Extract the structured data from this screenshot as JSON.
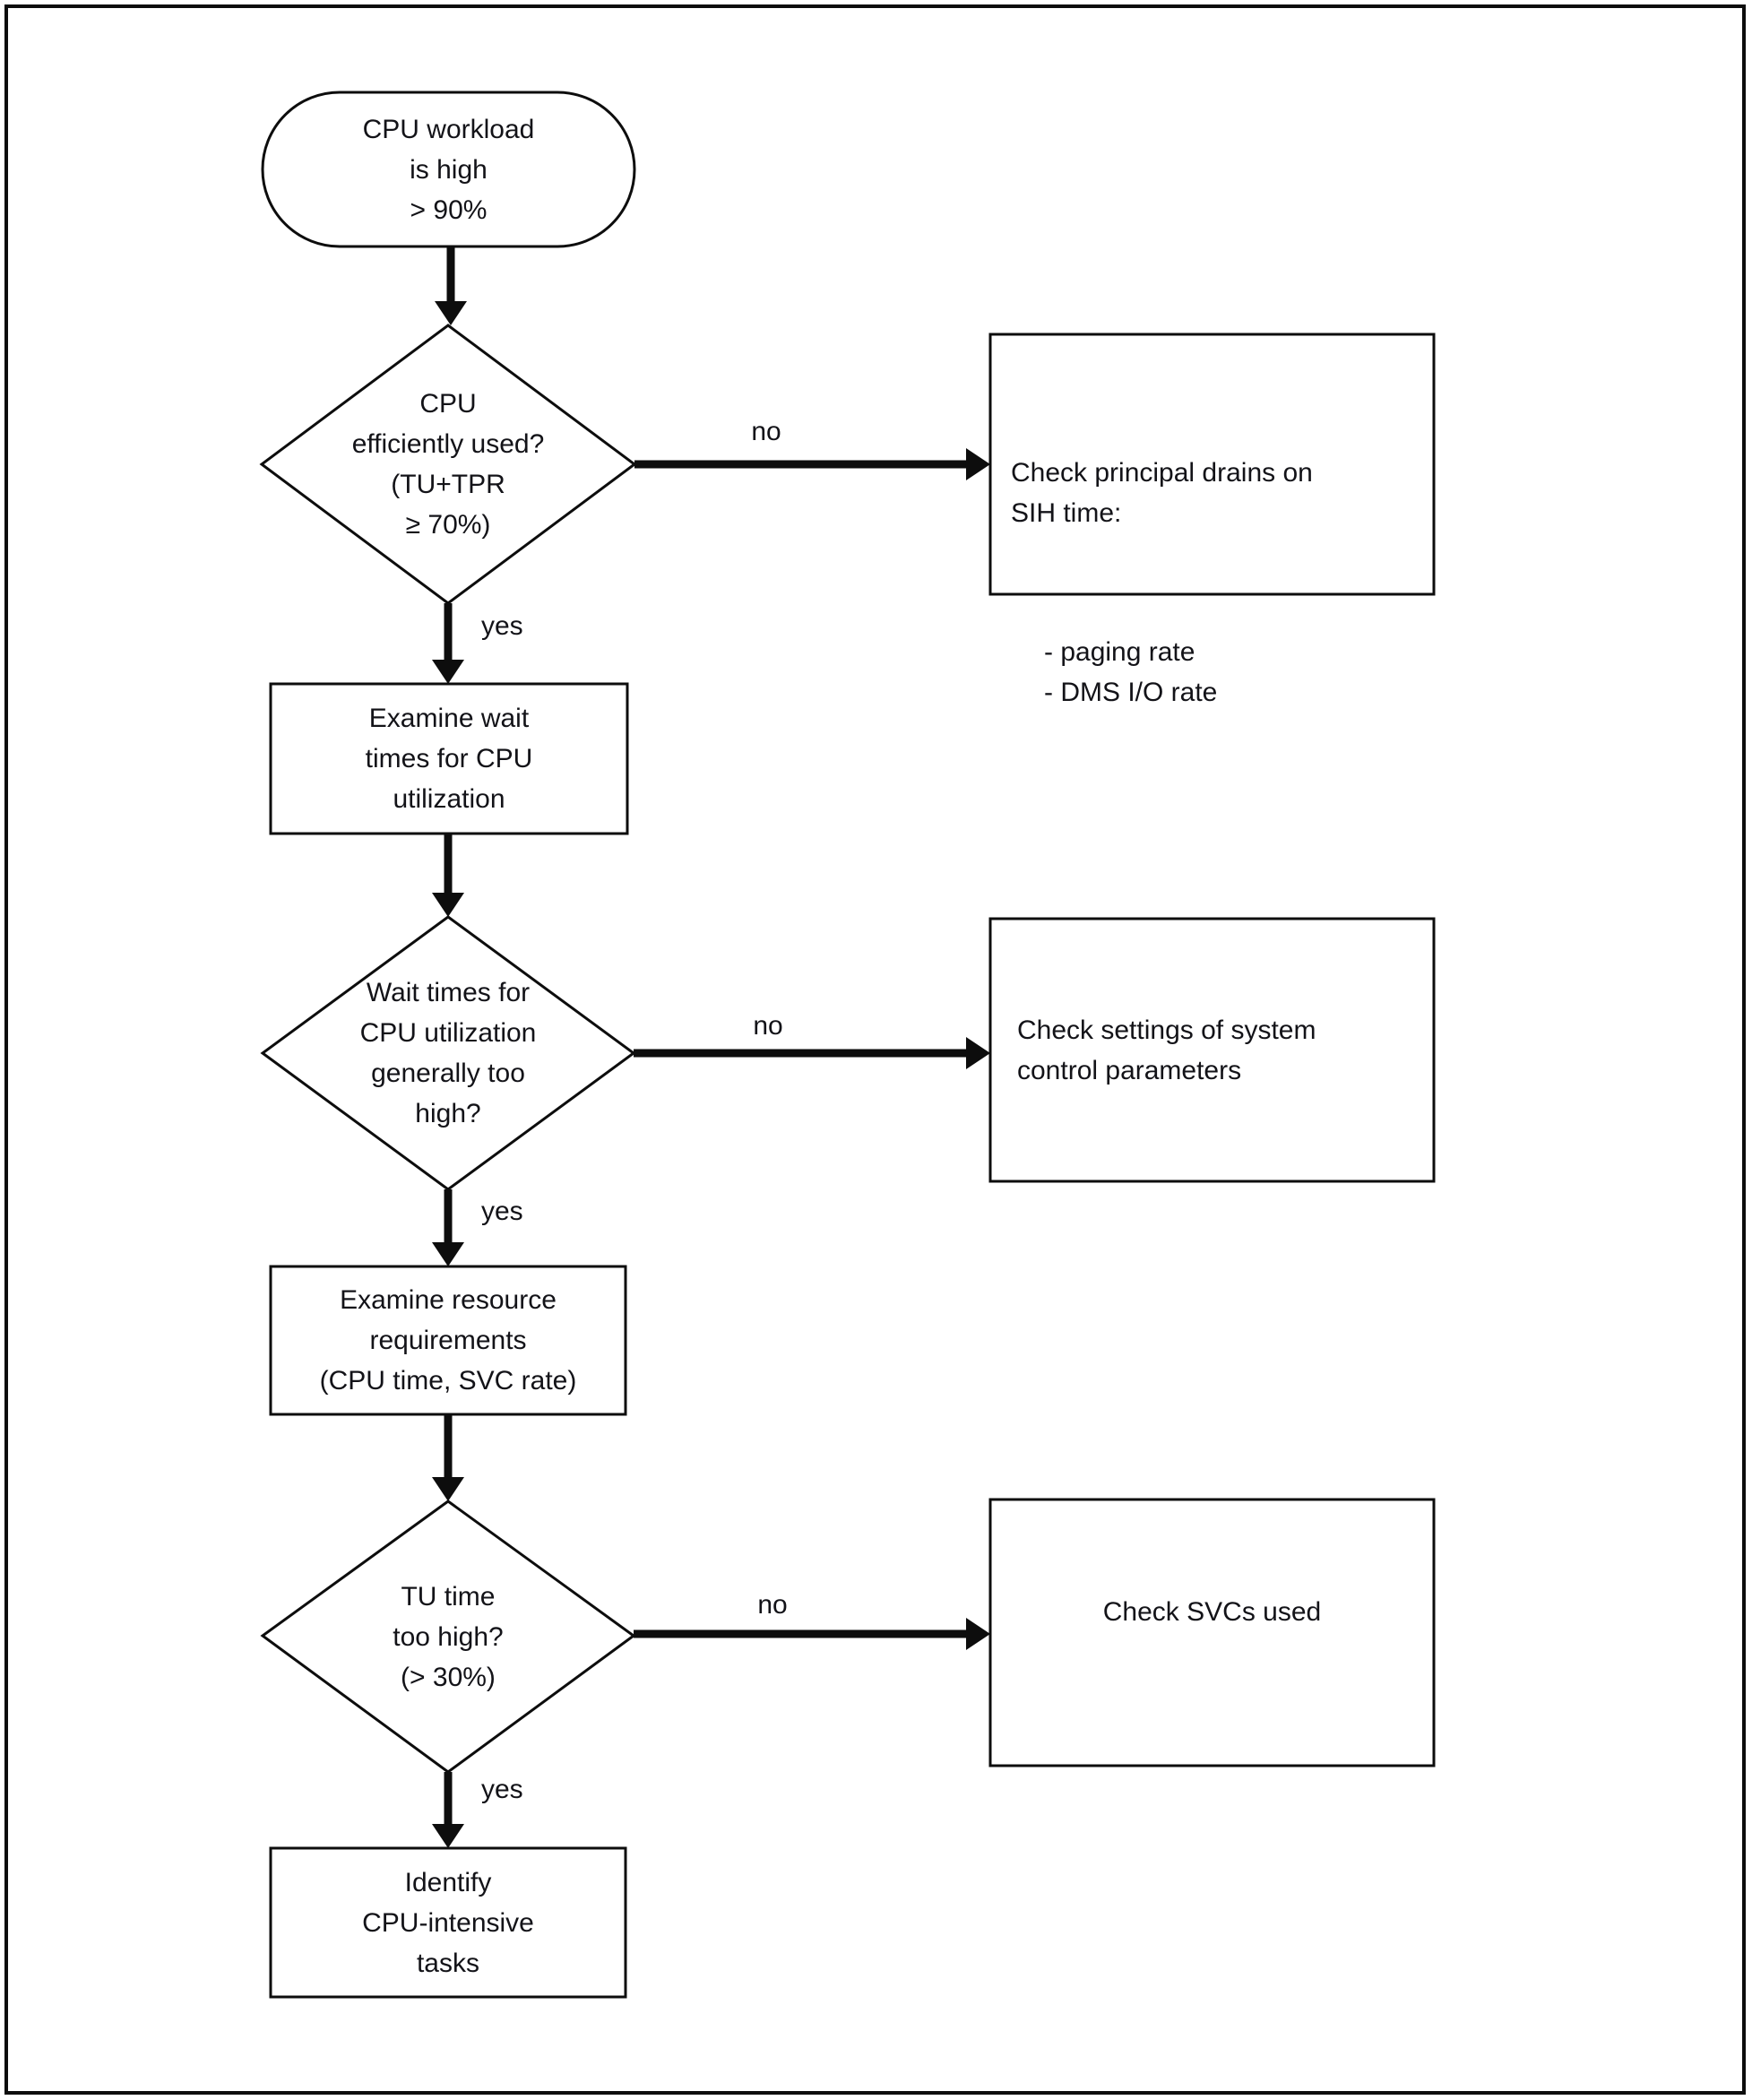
{
  "page": {
    "background": "#ffffff",
    "line_color": "#0d0d0d",
    "text_color": "#131318"
  },
  "flowchart": {
    "start": {
      "text": "CPU workload\nis high\n> 90%"
    },
    "decision1": {
      "text": "CPU\nefficiently used?\n(TU+TPR\n≥ 70%)"
    },
    "action1": {
      "title": "Check principal drains on\nSIH time:",
      "items": "- paging rate\n- DMS I/O rate"
    },
    "process1": {
      "text": "Examine wait\ntimes for CPU\nutilization"
    },
    "decision2": {
      "text": "Wait times for\nCPU utilization\ngenerally too\nhigh?"
    },
    "action2": {
      "text": "Check settings of system\ncontrol parameters"
    },
    "process2": {
      "text": "Examine resource\nrequirements\n(CPU time, SVC rate)"
    },
    "decision3": {
      "text": "TU time\ntoo high?\n(> 30%)"
    },
    "action3": {
      "text": "Check SVCs used"
    },
    "process3": {
      "text": "Identify\nCPU-intensive\ntasks"
    },
    "labels": {
      "yes": "yes",
      "no": "no"
    }
  }
}
